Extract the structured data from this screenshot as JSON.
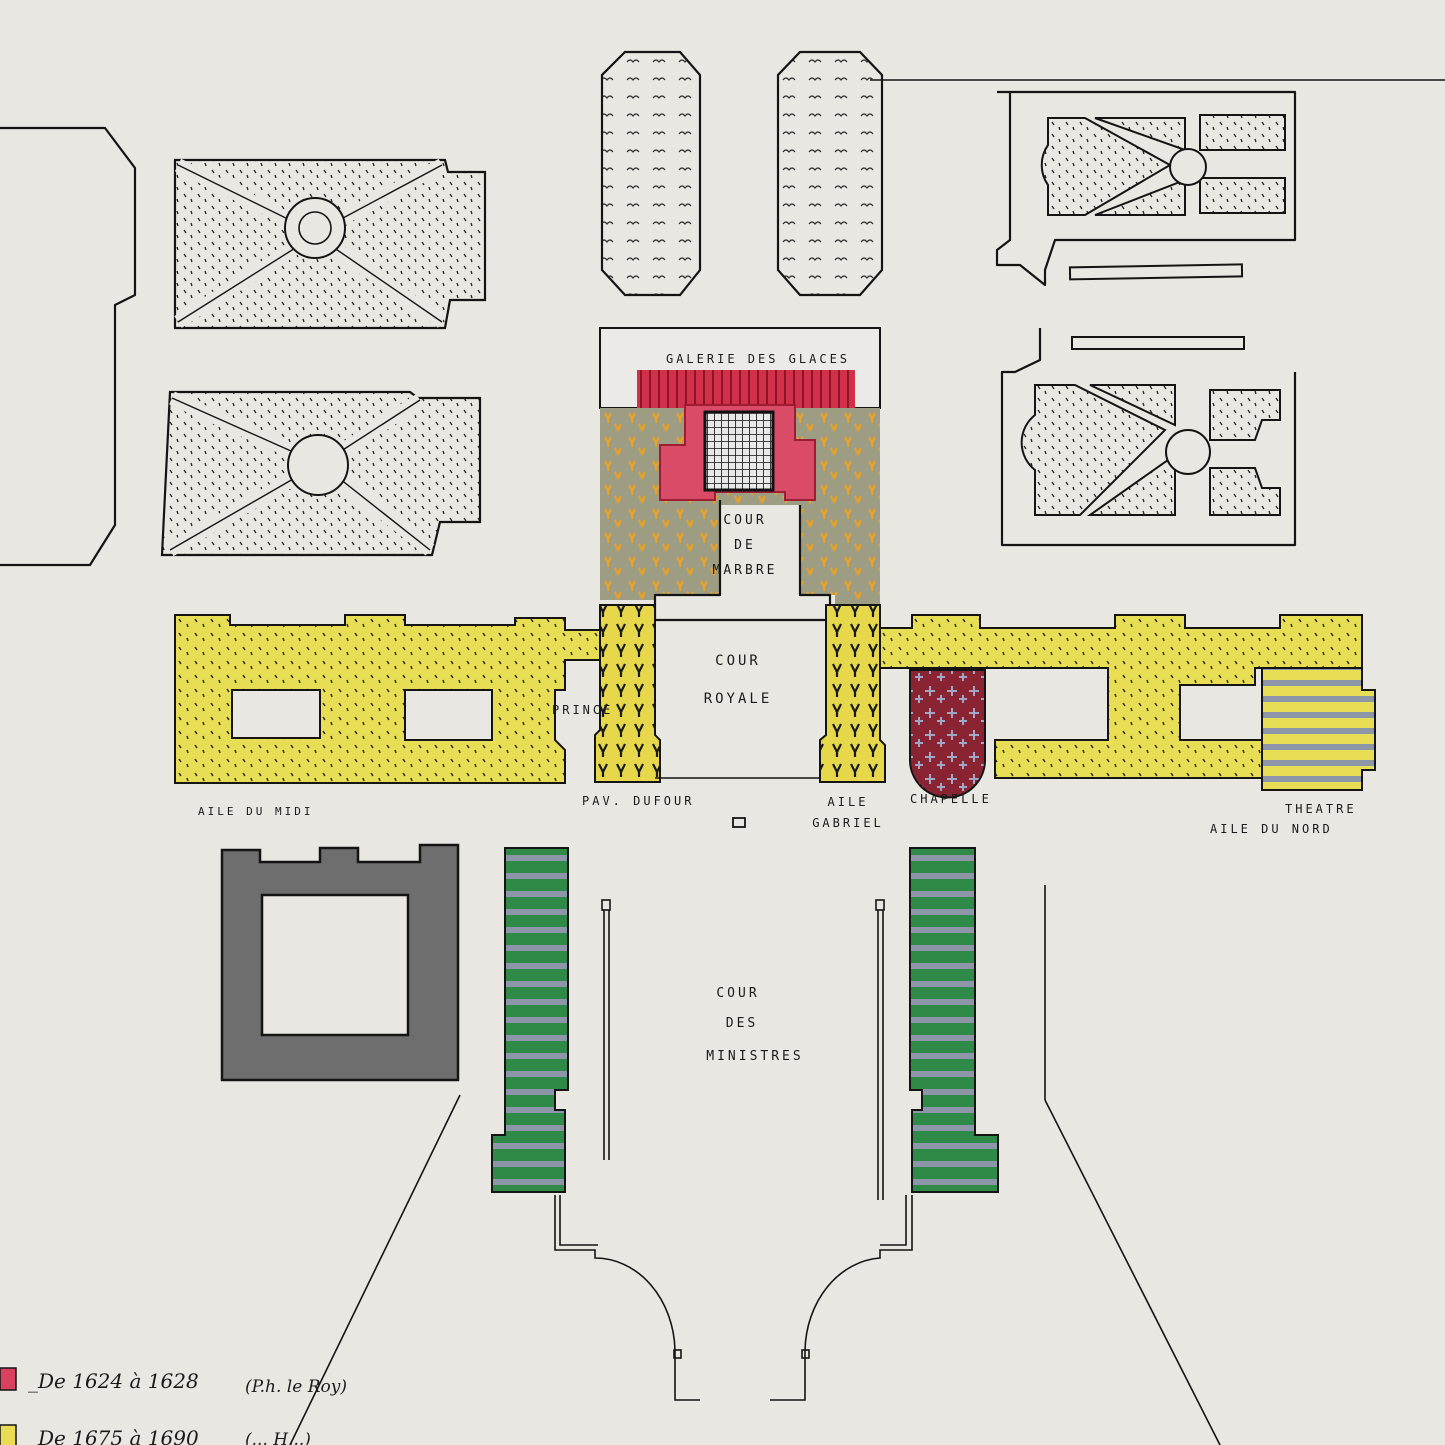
{
  "labels": {
    "galerie_des_glaces": "GALERIE DES GLACES",
    "cour_de_marbre": [
      "COUR",
      "DE",
      "MARBRE"
    ],
    "cour_royale": [
      "COUR",
      "ROYALE"
    ],
    "prince": "PRINCE",
    "aile_du_midi": "AILE DU MIDI",
    "pav_dufour": "PAV. DUFOUR",
    "aile_gabriel": [
      "AILE",
      "GABRIEL"
    ],
    "chapelle": "CHAPELLE",
    "theatre": "THEATRE",
    "aile_du_nord": "AILE DU NORD",
    "cour_des_ministres": [
      "COUR",
      "DES",
      "MINISTRES"
    ]
  },
  "legend": [
    {
      "color": "#d8425e",
      "date_text": "_De 1624 à 1628",
      "author": "(P.h. le Roy)"
    },
    {
      "color": "#e9dc52",
      "date_text": "_De 1675 à 1690",
      "author": "(... H...)"
    }
  ],
  "colors": {
    "paper": "#e9e7e2",
    "ink": "#141414",
    "galerie_red": "#c8203e",
    "marbre_pink": "#d94b66",
    "olive_gray": "#9a9a80",
    "yellow_wing": "#e8de55",
    "yellow_dufour": "#e6d84a",
    "chapelle_wine": "#8a2432",
    "ministres_green": "#2f8a47",
    "stripe_gray": "#8d96a8",
    "pavilion_gray": "#6e6e6e",
    "orange_hatch": "#f0a020"
  }
}
